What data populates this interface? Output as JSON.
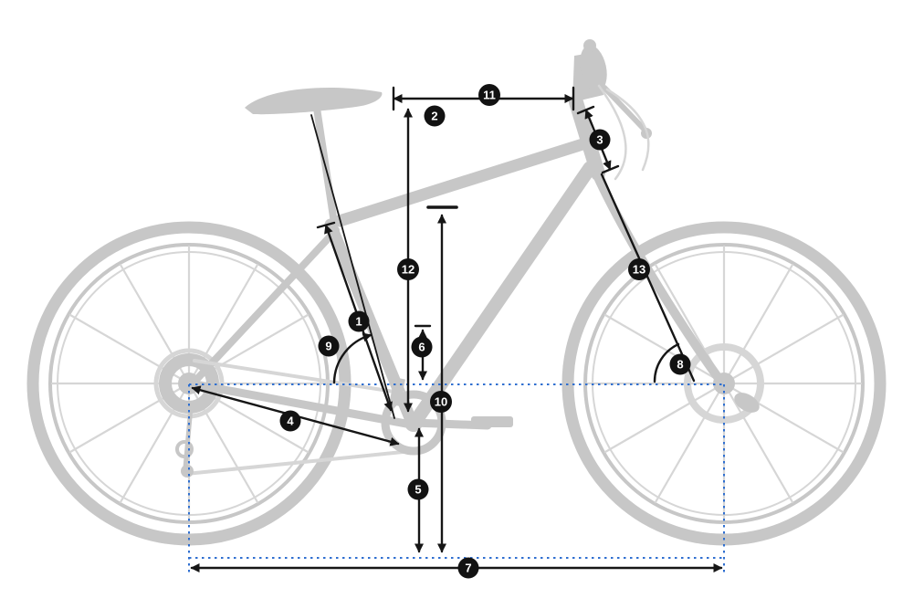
{
  "diagram": {
    "markers": [
      {
        "id": 1,
        "label": "1"
      },
      {
        "id": 2,
        "label": "2"
      },
      {
        "id": 3,
        "label": "3"
      },
      {
        "id": 4,
        "label": "4"
      },
      {
        "id": 5,
        "label": "5"
      },
      {
        "id": 6,
        "label": "6"
      },
      {
        "id": 7,
        "label": "7"
      },
      {
        "id": 8,
        "label": "8"
      },
      {
        "id": 9,
        "label": "9"
      },
      {
        "id": 10,
        "label": "10"
      },
      {
        "id": 11,
        "label": "11"
      },
      {
        "id": 12,
        "label": "12"
      },
      {
        "id": 13,
        "label": "13"
      }
    ],
    "colors": {
      "silhouette": "#c7c7c7",
      "silhouette_light": "#d6d6d6",
      "measurement": "#161616",
      "reference": "#2f6fd0",
      "marker_bg": "#121212",
      "marker_text": "#ffffff",
      "background": "#ffffff"
    }
  }
}
